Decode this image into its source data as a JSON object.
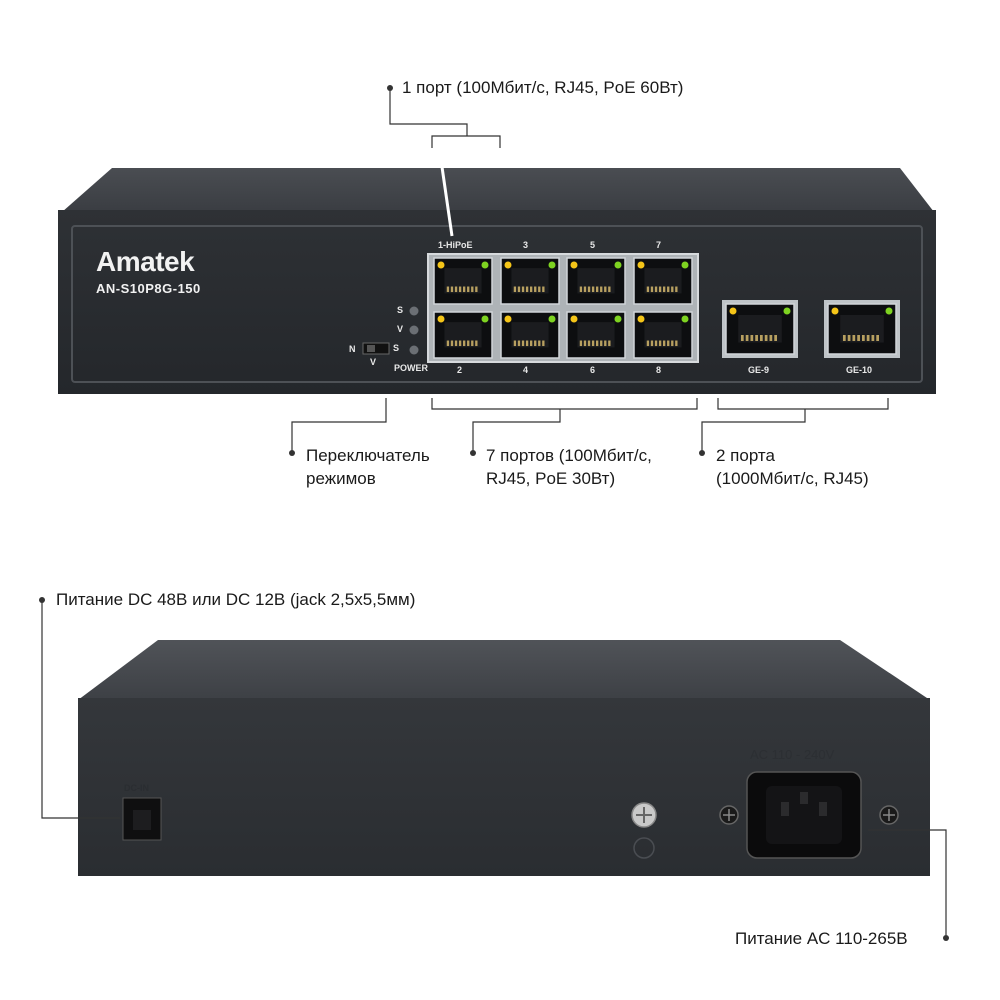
{
  "front": {
    "brand": "Amatek",
    "model": "AN-S10P8G-150",
    "port_labels_top": [
      "1-HiPoE",
      "3",
      "5",
      "7"
    ],
    "port_labels_bottom": [
      "2",
      "4",
      "6",
      "8"
    ],
    "uplink_labels": [
      "GE-9",
      "GE-10"
    ],
    "indicator_labels": [
      "S",
      "V",
      "S"
    ],
    "power_label": "POWER",
    "switch_labels": [
      "N",
      "S",
      "V"
    ]
  },
  "callouts": {
    "port1": "1 порт (100Мбит/с, RJ45, PoE 60Вт)",
    "mode_switch": [
      "Переключатель",
      "режимов"
    ],
    "ports_7": [
      "7 портов (100Мбит/с,",
      "RJ45, PoE 30Вт)"
    ],
    "ports_2": [
      "2 порта",
      "(1000Мбит/с, RJ45)"
    ],
    "dc_power": "Питание DC 48В или DC 12В (jack 2,5x5,5мм)",
    "ac_power": "Питание AC 110-265В"
  },
  "back": {
    "dc_label": "DC-IN",
    "ac_label": "AC 110 - 240V"
  },
  "colors": {
    "chassis": "#2c2f33",
    "panel": "#25282c",
    "port_frame": "#bfc4c8",
    "led_green": "#7ed321",
    "led_yellow": "#f5c518"
  }
}
